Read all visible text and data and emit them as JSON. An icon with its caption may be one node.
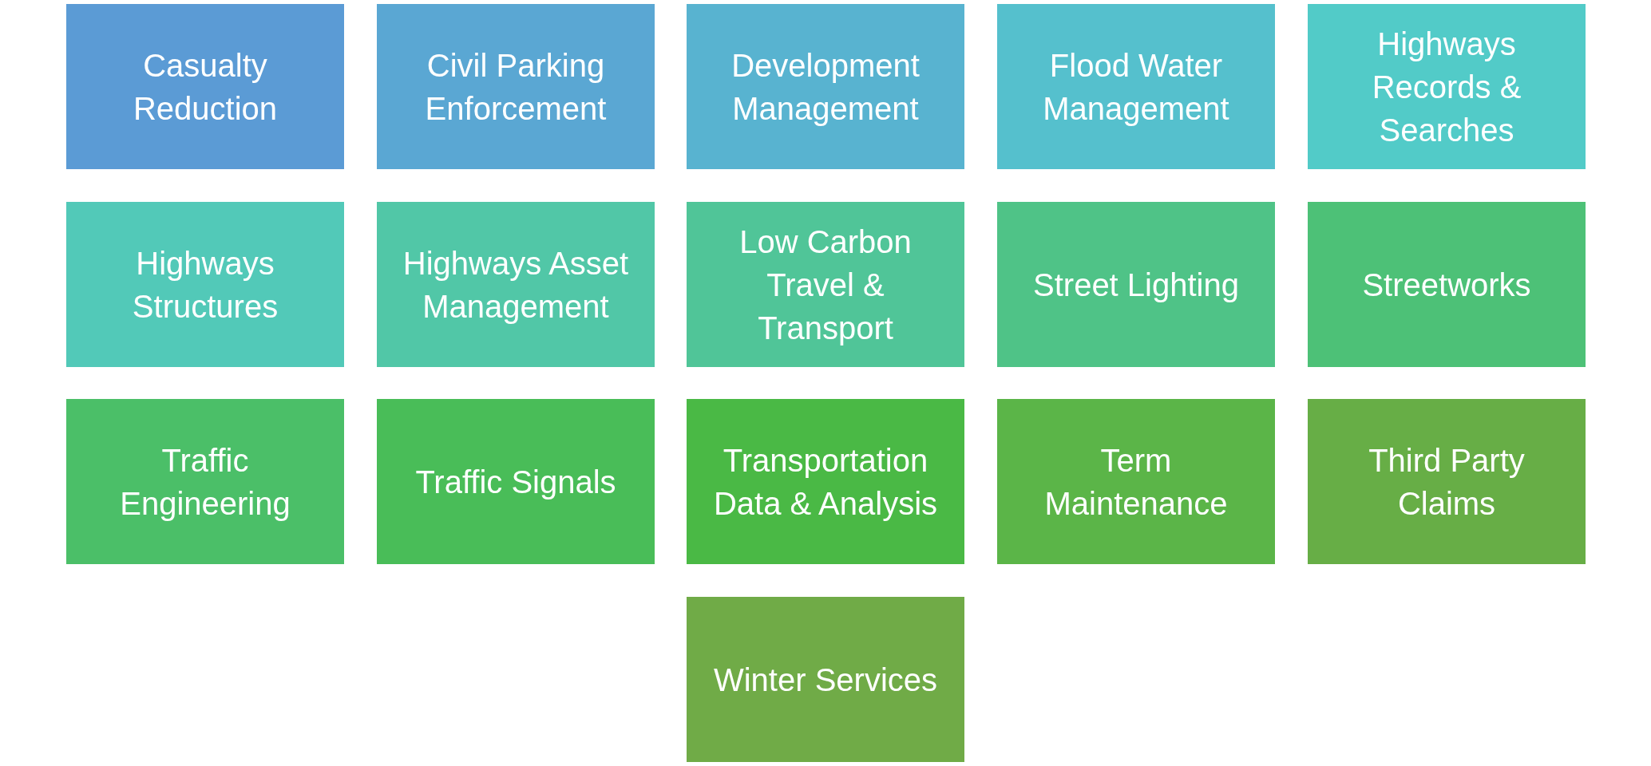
{
  "diagram": {
    "nodes": [
      {
        "text": [
          "Casualty Reduction"
        ]
      },
      {
        "text": [
          "Civil Parking Enforcement"
        ]
      },
      {
        "text": [
          "Development Management"
        ]
      },
      {
        "text": [
          "Flood Water Management"
        ]
      },
      {
        "text": [
          "Highways Records & Searches"
        ]
      },
      {
        "text": [
          "Highways Structures"
        ]
      },
      {
        "text": [
          "Highways Asset Management"
        ]
      },
      {
        "text": [
          "Low Carbon Travel & Transport"
        ]
      },
      {
        "text": [
          "Street Lighting"
        ]
      },
      {
        "text": [
          "Streetworks"
        ]
      },
      {
        "text": [
          "Traffic Engineering"
        ]
      },
      {
        "text": [
          "Traffic Signals"
        ]
      },
      {
        "text": [
          "Transportation Data & Analysis"
        ]
      },
      {
        "text": [
          "Term Maintenance"
        ]
      },
      {
        "text": [
          "Third Party Claims"
        ]
      },
      {
        "text": [
          "Winter Services"
        ]
      }
    ]
  }
}
